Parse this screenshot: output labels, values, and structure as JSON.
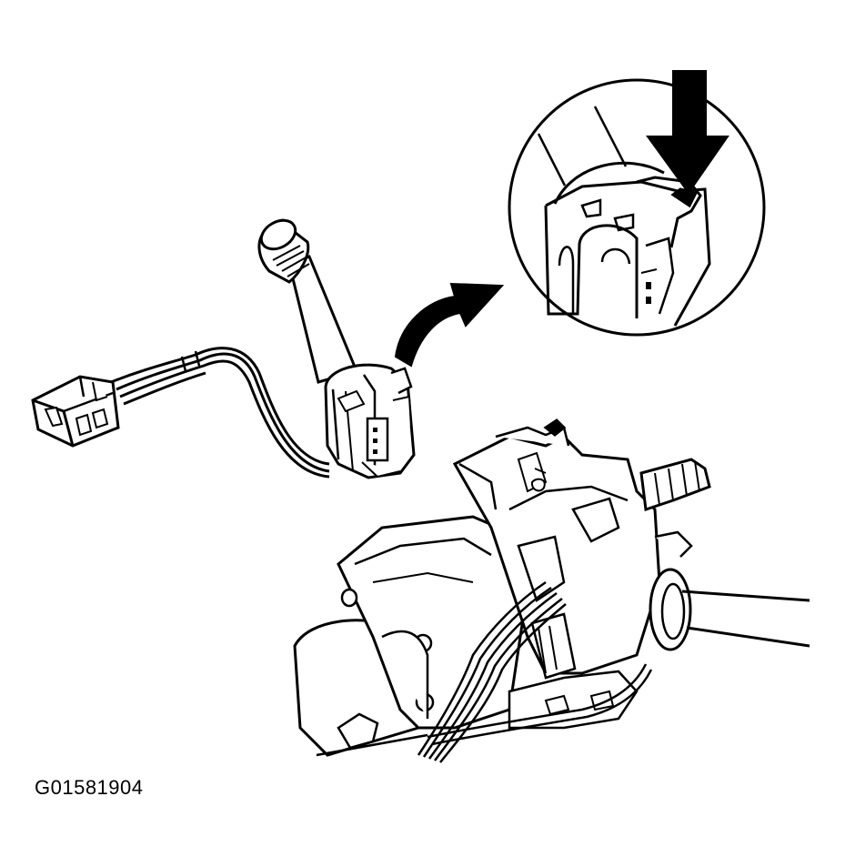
{
  "figure": {
    "id_label": "G01581904",
    "colors": {
      "ink": "#000000",
      "paper": "#ffffff"
    },
    "parts": [
      "switch-lever",
      "wire-harness",
      "connector-plug",
      "steering-column",
      "detail-magnifier",
      "release-arrow",
      "motion-arrow"
    ]
  }
}
